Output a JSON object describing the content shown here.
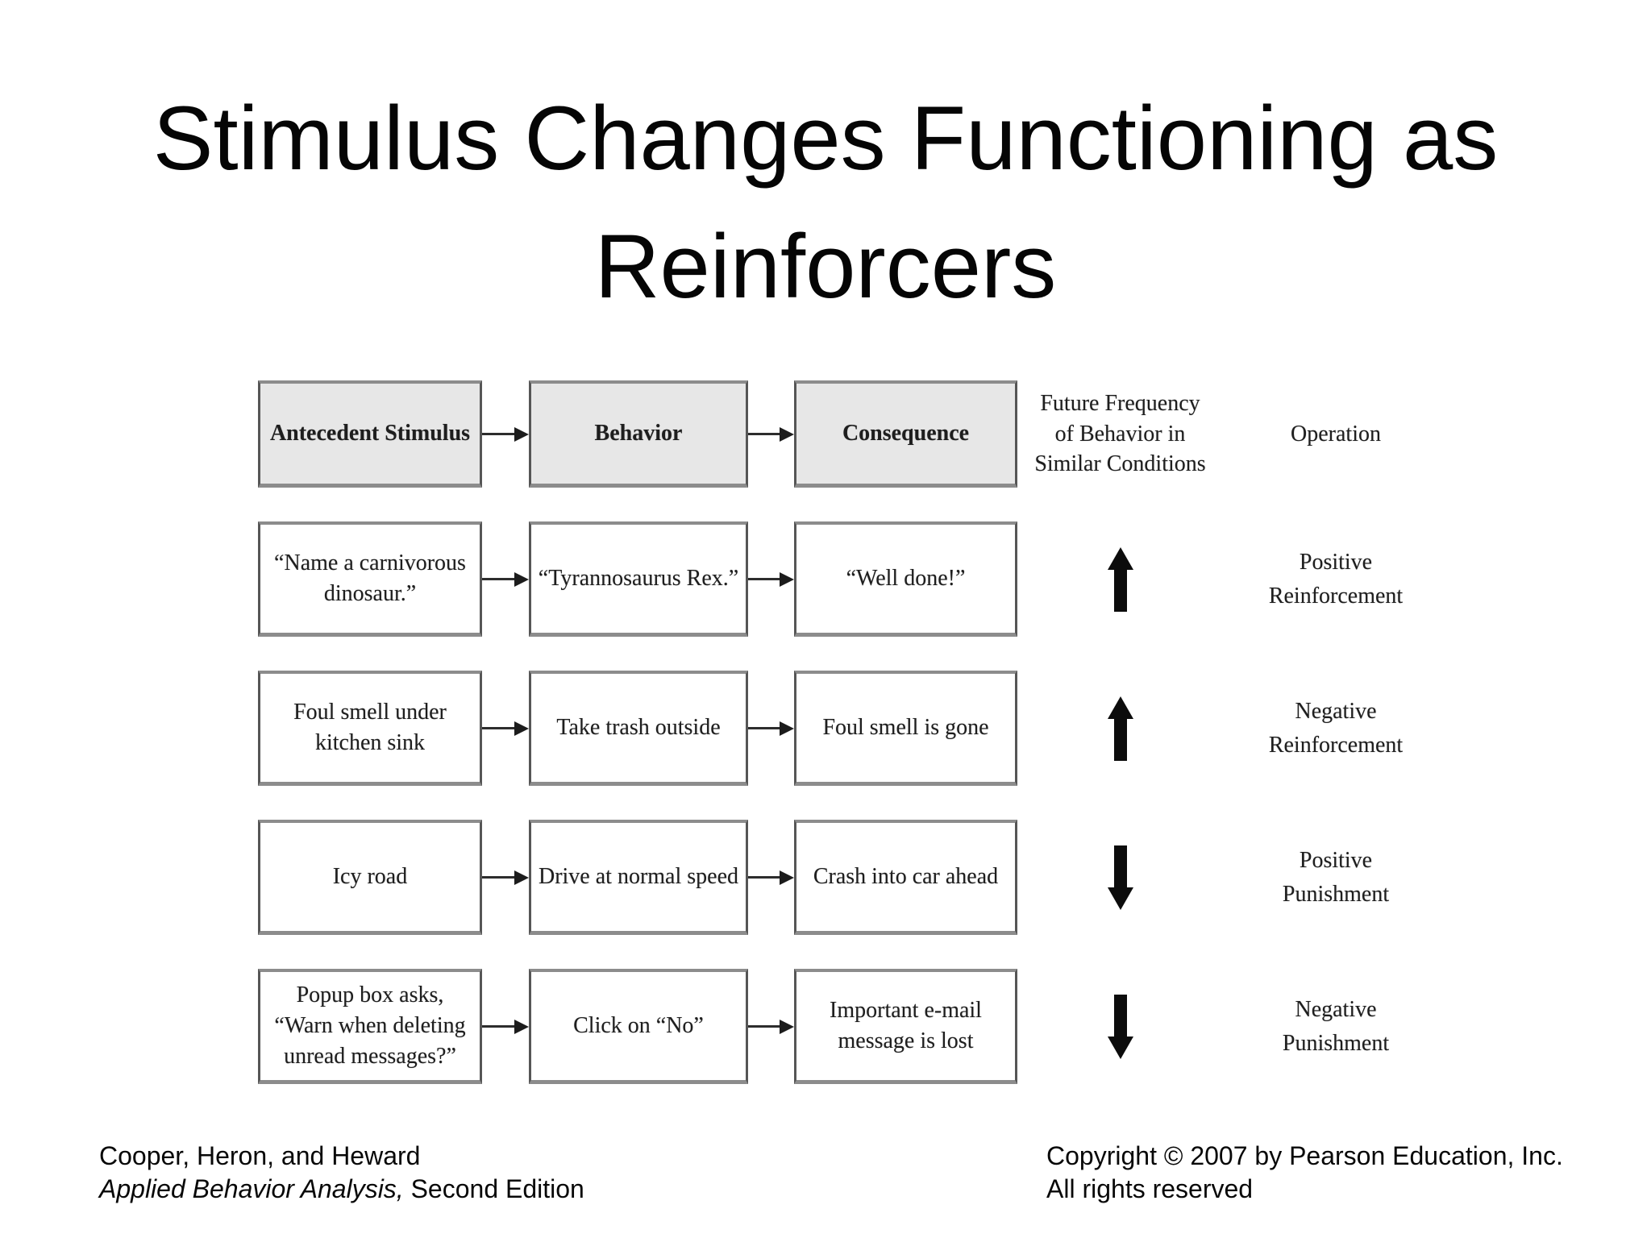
{
  "slide": {
    "title_lines": [
      "Stimulus Changes Functioning as",
      "Reinforcers"
    ]
  },
  "diagram": {
    "type": "table",
    "header": {
      "antecedent": "Antecedent Stimulus",
      "behavior": "Behavior",
      "consequence": "Consequence",
      "future_frequency_lines": [
        "Future Frequency",
        "of Behavior in",
        "Similar Conditions"
      ],
      "operation": "Operation"
    },
    "rows": [
      {
        "antecedent": "“Name a carnivorous dinosaur.”",
        "behavior": "“Tyrannosaurus Rex.”",
        "consequence": "“Well done!”",
        "frequency_direction": "up",
        "operation_line1": "Positive",
        "operation_line2": "Reinforcement"
      },
      {
        "antecedent": "Foul smell under kitchen sink",
        "behavior": "Take trash outside",
        "consequence": "Foul smell is gone",
        "frequency_direction": "up",
        "operation_line1": "Negative",
        "operation_line2": "Reinforcement"
      },
      {
        "antecedent": "Icy road",
        "behavior": "Drive at normal speed",
        "consequence": "Crash into car ahead",
        "frequency_direction": "down",
        "operation_line1": "Positive",
        "operation_line2": "Punishment"
      },
      {
        "antecedent": "Popup box asks, “Warn when deleting unread messages?”",
        "behavior": "Click on “No”",
        "consequence": "Important e-mail message is lost",
        "frequency_direction": "down",
        "operation_line1": "Negative",
        "operation_line2": "Punishment"
      }
    ]
  },
  "footer": {
    "left_line1": "Cooper, Heron, and Heward",
    "left_line2_italic": "Applied Behavior Analysis,",
    "left_line2_regular": " Second Edition",
    "right_line1": "Copyright © 2007 by Pearson Education, Inc.",
    "right_line2": "All rights reserved"
  },
  "colors": {
    "background": "#ffffff",
    "header_box_fill": "#e7e7e7",
    "box_border": "#565656",
    "diagram_text": "#1e1e1e",
    "arrow": "#0c0c0c"
  }
}
